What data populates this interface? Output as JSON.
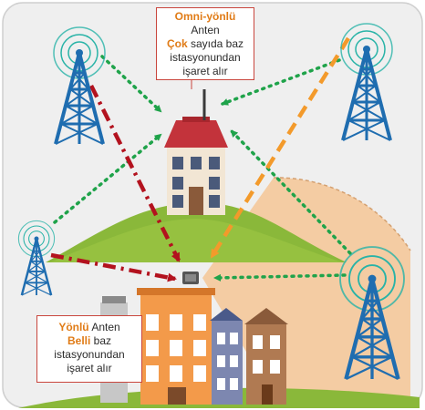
{
  "omni_label": {
    "line1": "Omni-yönlü",
    "line2": "Anten",
    "line3_highlight": "Çok",
    "line3_rest": " sayıda baz",
    "line4": "istasyonundan",
    "line5": "işaret alır"
  },
  "directional_label": {
    "line1_highlight": "Yönlü",
    "line1_rest": " Anten",
    "line2_highlight": "Belli",
    "line2_rest": " baz",
    "line3": "istasyonundan",
    "line4": "işaret alır"
  },
  "colors": {
    "tower": "#1f6db0",
    "signal_ring": "#28b3a7",
    "green_link": "#1fa34a",
    "red_link": "#b3121e",
    "orange_link": "#f39a2b",
    "beam": "#f5c08a",
    "hill": "#8ab83a",
    "label_border": "#c9463d",
    "highlight_text": "#e07b16"
  }
}
